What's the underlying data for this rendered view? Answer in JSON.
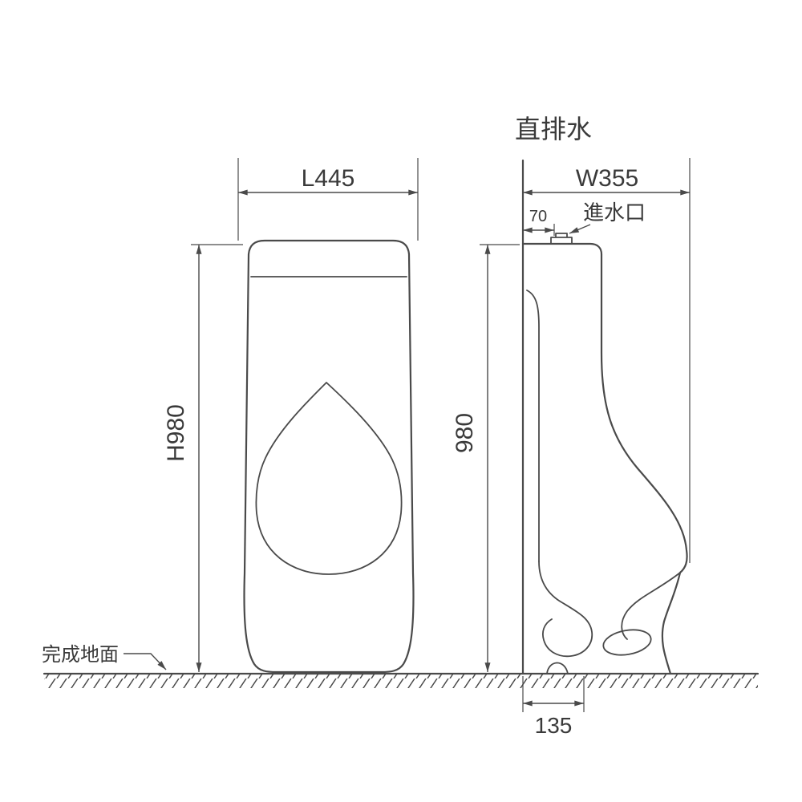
{
  "title": "直排水",
  "colors": {
    "line": "#4a4a4a",
    "text": "#3a3a3a",
    "background": "#ffffff"
  },
  "front_view": {
    "width_label": "L445",
    "height_label": "H980"
  },
  "side_view": {
    "depth_label": "W355",
    "height_label": "980",
    "inlet_gap_label": "70",
    "inlet_label": "進水口",
    "drain_offset_label": "135"
  },
  "ground": {
    "label": "完成地面"
  }
}
